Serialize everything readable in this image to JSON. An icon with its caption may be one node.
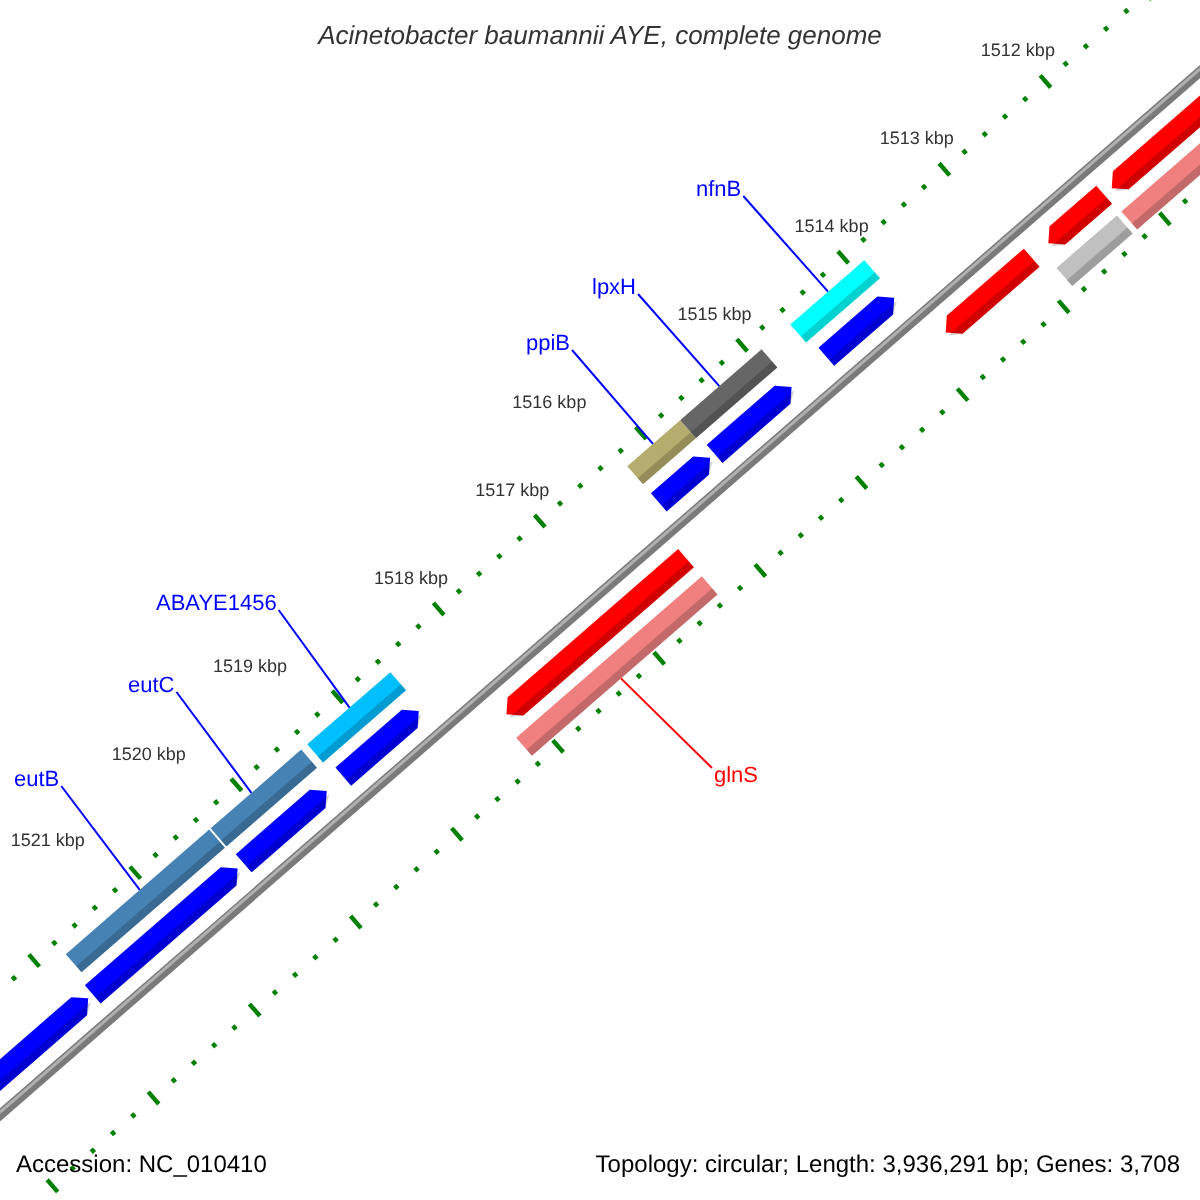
{
  "diagram": {
    "title": "Acinetobacter baumannii AYE, complete genome",
    "nodes": [
      {
        "text": [
          "nfnB"
        ]
      },
      {
        "text": [
          "lpxH"
        ]
      },
      {
        "text": [
          "ppiB"
        ]
      },
      {
        "text": [
          "ABAYE1456"
        ]
      },
      {
        "text": [
          "eutC"
        ]
      },
      {
        "text": [
          "eutB"
        ]
      },
      {
        "text": [
          "glnS"
        ]
      },
      {
        "text": [],
        "shape": "bar"
      },
      {
        "text": [],
        "shape": "bar"
      },
      {
        "text": [],
        "shape": "bar"
      },
      {
        "text": [],
        "shape": "bar"
      },
      {
        "text": [],
        "shape": "bar"
      },
      {
        "text": [],
        "shape": "bar"
      },
      {
        "text": [],
        "shape": "bar"
      },
      {
        "text": [],
        "shape": "bar"
      },
      {
        "text": [],
        "shape": "bar"
      },
      {
        "text": [],
        "shape": "bar"
      },
      {
        "text": [],
        "shape": "bar"
      },
      {
        "text": [],
        "shape": "bar"
      },
      {
        "text": [],
        "shape": "bar"
      },
      {
        "text": [],
        "shape": "bar"
      },
      {
        "text": [],
        "shape": "bar"
      },
      {
        "text": [],
        "shape": "bar"
      },
      {
        "text": [],
        "shape": "bar"
      },
      {
        "text": [],
        "shape": "bar"
      },
      {
        "text": [],
        "shape": "bar"
      },
      {
        "text": [],
        "shape": "bar"
      }
    ],
    "edges": [
      {
        "from": 0,
        "to": 7,
        "arrow": "none"
      },
      {
        "from": 1,
        "to": 8,
        "arrow": "none"
      },
      {
        "from": 2,
        "to": 9,
        "arrow": "none"
      },
      {
        "from": 3,
        "to": 10,
        "arrow": "none"
      },
      {
        "from": 4,
        "to": 11,
        "arrow": "none"
      },
      {
        "from": 5,
        "to": 12,
        "arrow": "none"
      },
      {
        "from": 6,
        "to": 13,
        "arrow": "none",
        "color": "#ff0000"
      }
    ],
    "labels": [
      "1512 kbp",
      "1513 kbp",
      "1514 kbp",
      "1515 kbp",
      "1516 kbp",
      "1517 kbp",
      "1518 kbp",
      "1519 kbp",
      "1520 kbp",
      "1521 kbp",
      "Accession: NC_010410",
      "Topology: circular; Length: 3,936,291 bp; Genes: 3,708"
    ]
  }
}
